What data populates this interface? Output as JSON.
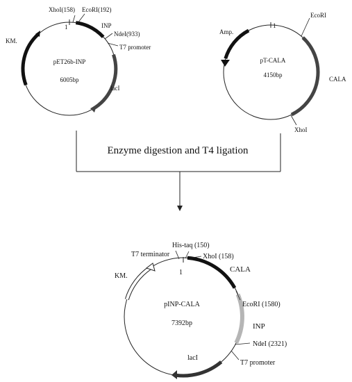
{
  "plasmid_a": {
    "name": "pET26b-INP",
    "size": "6005bp",
    "origin_label": "1",
    "sites": [
      "XhoI(158)",
      "EcoRI(192)",
      "NdeI(933)"
    ],
    "features": [
      "INP",
      "T7 promoter",
      "lacI",
      "KM."
    ]
  },
  "plasmid_b": {
    "name": "pT-CALA",
    "size": "4150bp",
    "origin_label": "1",
    "sites": [
      "EcoRI",
      "XhoI"
    ],
    "features": [
      "Amp.",
      "CALA"
    ]
  },
  "process_label": "Enzyme digestion and T4 ligation",
  "plasmid_c": {
    "name": "pINP-CALA",
    "size": "7392bp",
    "origin_label": "1",
    "sites": [
      "His-taq (150)",
      "XhoI (158)",
      "EcoRI (1580)",
      "NdeI (2321)"
    ],
    "features": [
      "T7 terminator",
      "CALA",
      "INP",
      "KM.",
      "T7 promoter",
      "lacI"
    ]
  },
  "colors": {
    "line": "#222222",
    "feature_dark": "#111111",
    "feature_mid": "#444444",
    "feature_light": "#b5b5b5"
  }
}
